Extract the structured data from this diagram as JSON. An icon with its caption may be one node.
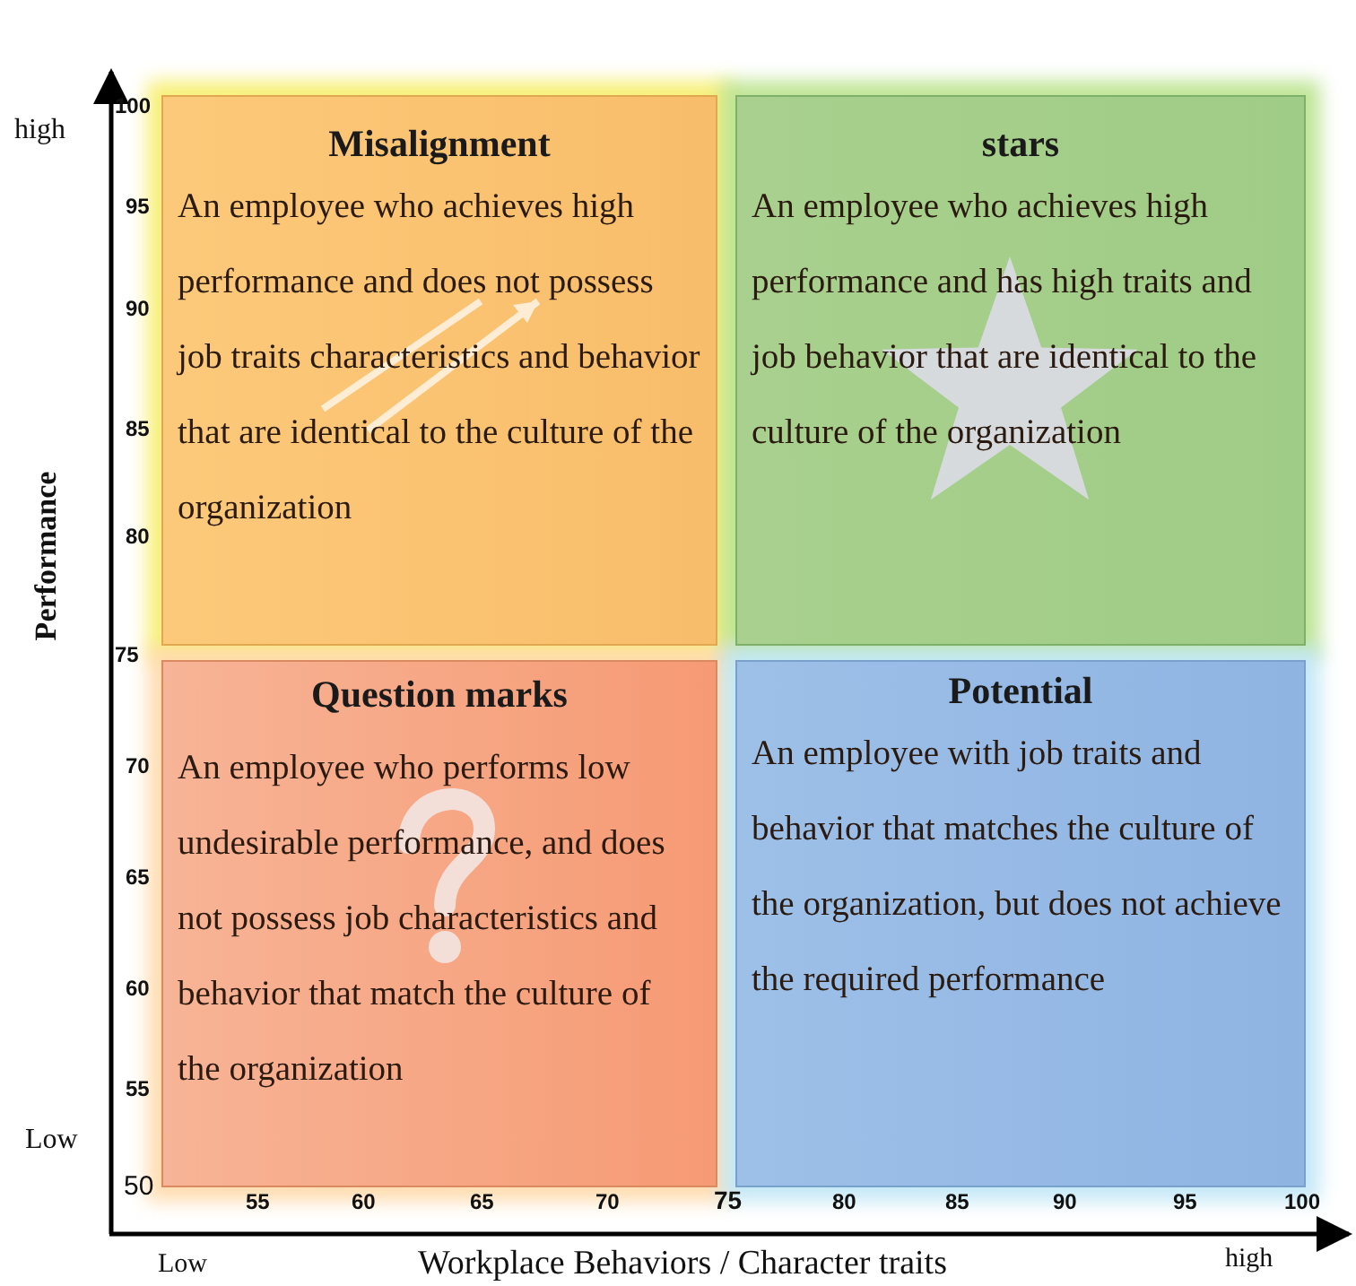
{
  "diagram": {
    "nodes": [
      {
        "text": [
          "Misalignment",
          "An employee who achieves high performance and does not possess job traits characteristics and behavior that are identical to the culture of the organization"
        ]
      },
      {
        "text": [
          "stars",
          "An employee who achieves high performance and has high traits and job behavior that are identical to the culture of the organization"
        ]
      },
      {
        "text": [
          "Question marks",
          "An employee who performs low undesirable performance, and does not possess job characteristics and behavior that match the culture of the organization"
        ]
      },
      {
        "text": [
          "Potential",
          "An employee with job traits and behavior that matches the culture of the organization, but does not achieve the required performance"
        ]
      }
    ],
    "labels": [
      "high",
      "100",
      "95",
      "90",
      "85",
      "80",
      "75",
      "Performance",
      "70",
      "65",
      "60",
      "55",
      "Low",
      "50",
      "55",
      "60",
      "65",
      "70",
      "75",
      "80",
      "85",
      "90",
      "95",
      "100",
      "Low",
      "Workplace Behaviors / Character traits",
      "high"
    ]
  }
}
